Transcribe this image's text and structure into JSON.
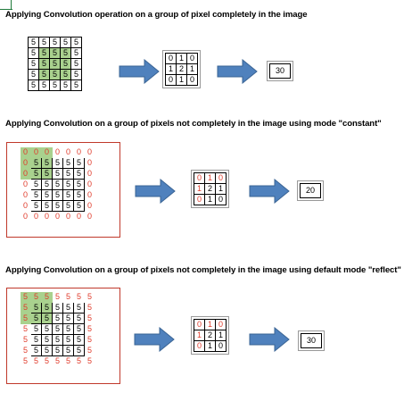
{
  "titles": {
    "t1": "Applying Convolution operation on a group of pixel completely in the image",
    "t2": "Applying Convolution on a group of pixels not completely in the image using mode \"constant\"",
    "t3": "Applying Convolution on a group of pixels not completely in the image using default mode \"reflect\""
  },
  "colors": {
    "highlight": "#a9d18e",
    "padding_text": "#e03b2b",
    "arrow_fill": "#4f81bd",
    "arrow_stroke": "#3a6494"
  },
  "kernel": [
    [
      "0",
      "1",
      "0"
    ],
    [
      "1",
      "2",
      "1"
    ],
    [
      "0",
      "1",
      "0"
    ]
  ],
  "results": {
    "r1": "30",
    "r2": "20",
    "r3": "30"
  },
  "grid1": [
    [
      "5",
      "5",
      "5",
      "5",
      "5"
    ],
    [
      "5",
      "5",
      "5",
      "5",
      "5"
    ],
    [
      "5",
      "5",
      "5",
      "5",
      "5"
    ],
    [
      "5",
      "5",
      "5",
      "5",
      "5"
    ],
    [
      "5",
      "5",
      "5",
      "5",
      "5"
    ]
  ],
  "grid2": [
    [
      "0",
      "0",
      "0",
      "0",
      "0",
      "0",
      "0"
    ],
    [
      "0",
      "5",
      "5",
      "5",
      "5",
      "5",
      "0"
    ],
    [
      "0",
      "5",
      "5",
      "5",
      "5",
      "5",
      "0"
    ],
    [
      "0",
      "5",
      "5",
      "5",
      "5",
      "5",
      "0"
    ],
    [
      "0",
      "5",
      "5",
      "5",
      "5",
      "5",
      "0"
    ],
    [
      "0",
      "5",
      "5",
      "5",
      "5",
      "5",
      "0"
    ],
    [
      "0",
      "0",
      "0",
      "0",
      "0",
      "0",
      "0"
    ]
  ],
  "grid3": [
    [
      "5",
      "5",
      "5",
      "5",
      "5",
      "5",
      "5"
    ],
    [
      "5",
      "5",
      "5",
      "5",
      "5",
      "5",
      "5"
    ],
    [
      "5",
      "5",
      "5",
      "5",
      "5",
      "5",
      "5"
    ],
    [
      "5",
      "5",
      "5",
      "5",
      "5",
      "5",
      "5"
    ],
    [
      "5",
      "5",
      "5",
      "5",
      "5",
      "5",
      "5"
    ],
    [
      "5",
      "5",
      "5",
      "5",
      "5",
      "5",
      "5"
    ],
    [
      "5",
      "5",
      "5",
      "5",
      "5",
      "5",
      "5"
    ]
  ]
}
